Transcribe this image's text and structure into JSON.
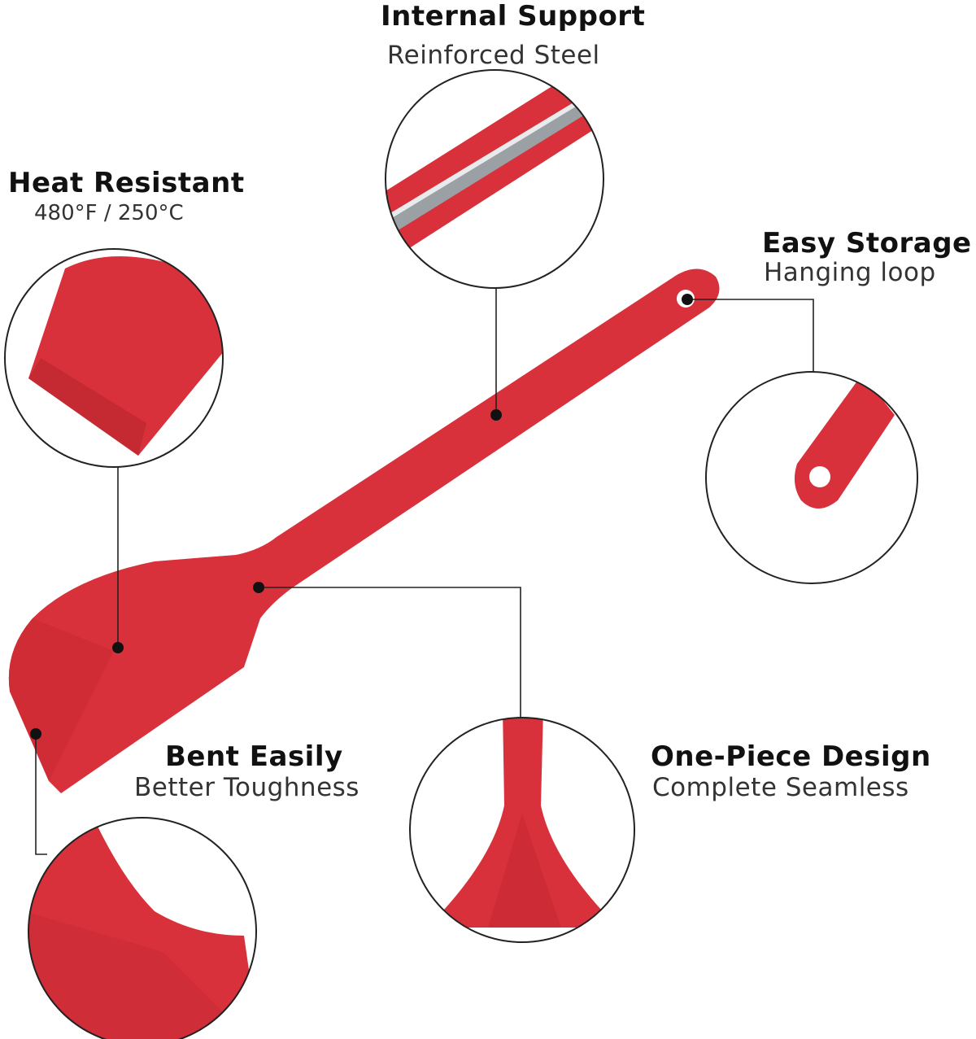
{
  "colors": {
    "spatula": "#d9313b",
    "spatula_dark": "#b8222c",
    "line": "#222222",
    "steel": "#9aa0a3"
  },
  "features": [
    {
      "title": "Internal Support",
      "subtitle": "Reinforced Steel"
    },
    {
      "title": "Heat Resistant",
      "subtitle": "480°F / 250°C"
    },
    {
      "title": "Easy Storage",
      "subtitle": "Hanging loop"
    },
    {
      "title": "Bent Easily",
      "subtitle": "Better Toughness"
    },
    {
      "title": "One-Piece Design",
      "subtitle": "Complete Seamless"
    }
  ]
}
